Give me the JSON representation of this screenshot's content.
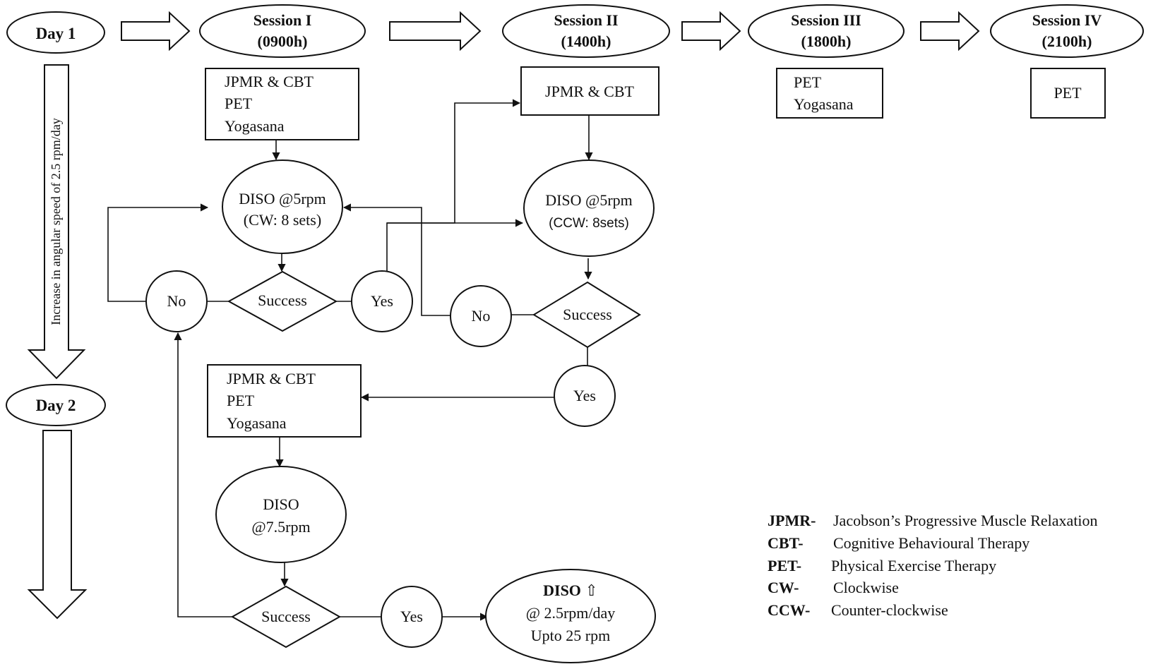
{
  "header": {
    "day1": "Day 1",
    "day2": "Day 2",
    "sessions": [
      {
        "name": "Session I",
        "time": "(0900h)"
      },
      {
        "name": "Session II",
        "time": "(1400h)"
      },
      {
        "name": "Session III",
        "time": "(1800h)"
      },
      {
        "name": "Session IV",
        "time": "(2100h)"
      }
    ]
  },
  "side_label": "Increase in angular speed of 2.5 rpm/day",
  "session1": {
    "box": [
      "JPMR & CBT",
      "PET",
      "Yogasana"
    ],
    "diso": [
      "DISO @5rpm",
      "(CW: 8 sets)"
    ],
    "success": "Success",
    "no": "No",
    "yes": "Yes"
  },
  "session2": {
    "box": "JPMR & CBT",
    "diso": [
      "DISO @5rpm",
      "(CCW: 8sets)"
    ],
    "success": "Success",
    "no": "No",
    "yes": "Yes"
  },
  "session3": {
    "box": [
      "PET",
      "Yogasana"
    ]
  },
  "session4": {
    "box": "PET"
  },
  "day2_flow": {
    "box": [
      "JPMR & CBT",
      "PET",
      "Yogasana"
    ],
    "diso": [
      "DISO",
      "@7.5rpm"
    ],
    "success": "Success",
    "yes": "Yes",
    "final": [
      "DISO ⇧",
      "@ 2.5rpm/day",
      "Upto 25 rpm"
    ]
  },
  "legend": [
    {
      "abbr": "JPMR-",
      "text": "Jacobson’s Progressive Muscle Relaxation"
    },
    {
      "abbr": "CBT-",
      "text": "Cognitive Behavioural Therapy"
    },
    {
      "abbr": "PET-",
      "text": "Physical Exercise Therapy"
    },
    {
      "abbr": "CW-",
      "text": "Clockwise"
    },
    {
      "abbr": "CCW-",
      "text": "Counter-clockwise"
    }
  ]
}
